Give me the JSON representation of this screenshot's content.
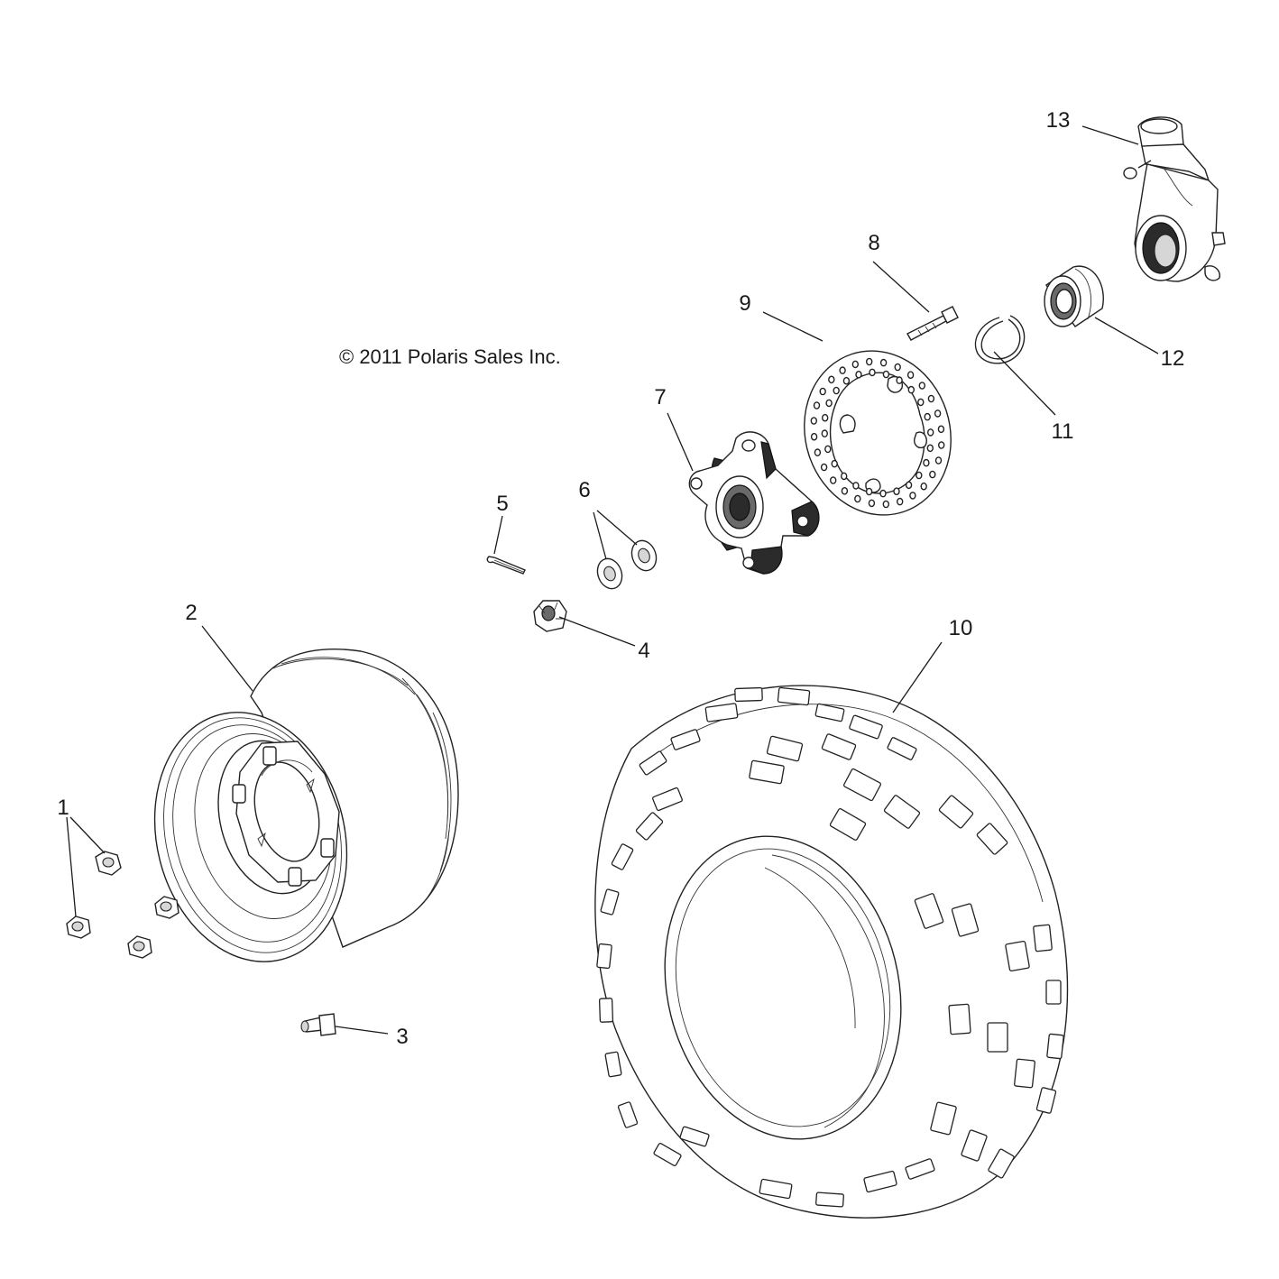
{
  "copyright": "© 2011 Polaris Sales Inc.",
  "callouts": {
    "c1": "1",
    "c2": "2",
    "c3": "3",
    "c4": "4",
    "c5": "5",
    "c6": "6",
    "c7": "7",
    "c8": "8",
    "c9": "9",
    "c10": "10",
    "c11": "11",
    "c12": "12",
    "c13": "13"
  }
}
